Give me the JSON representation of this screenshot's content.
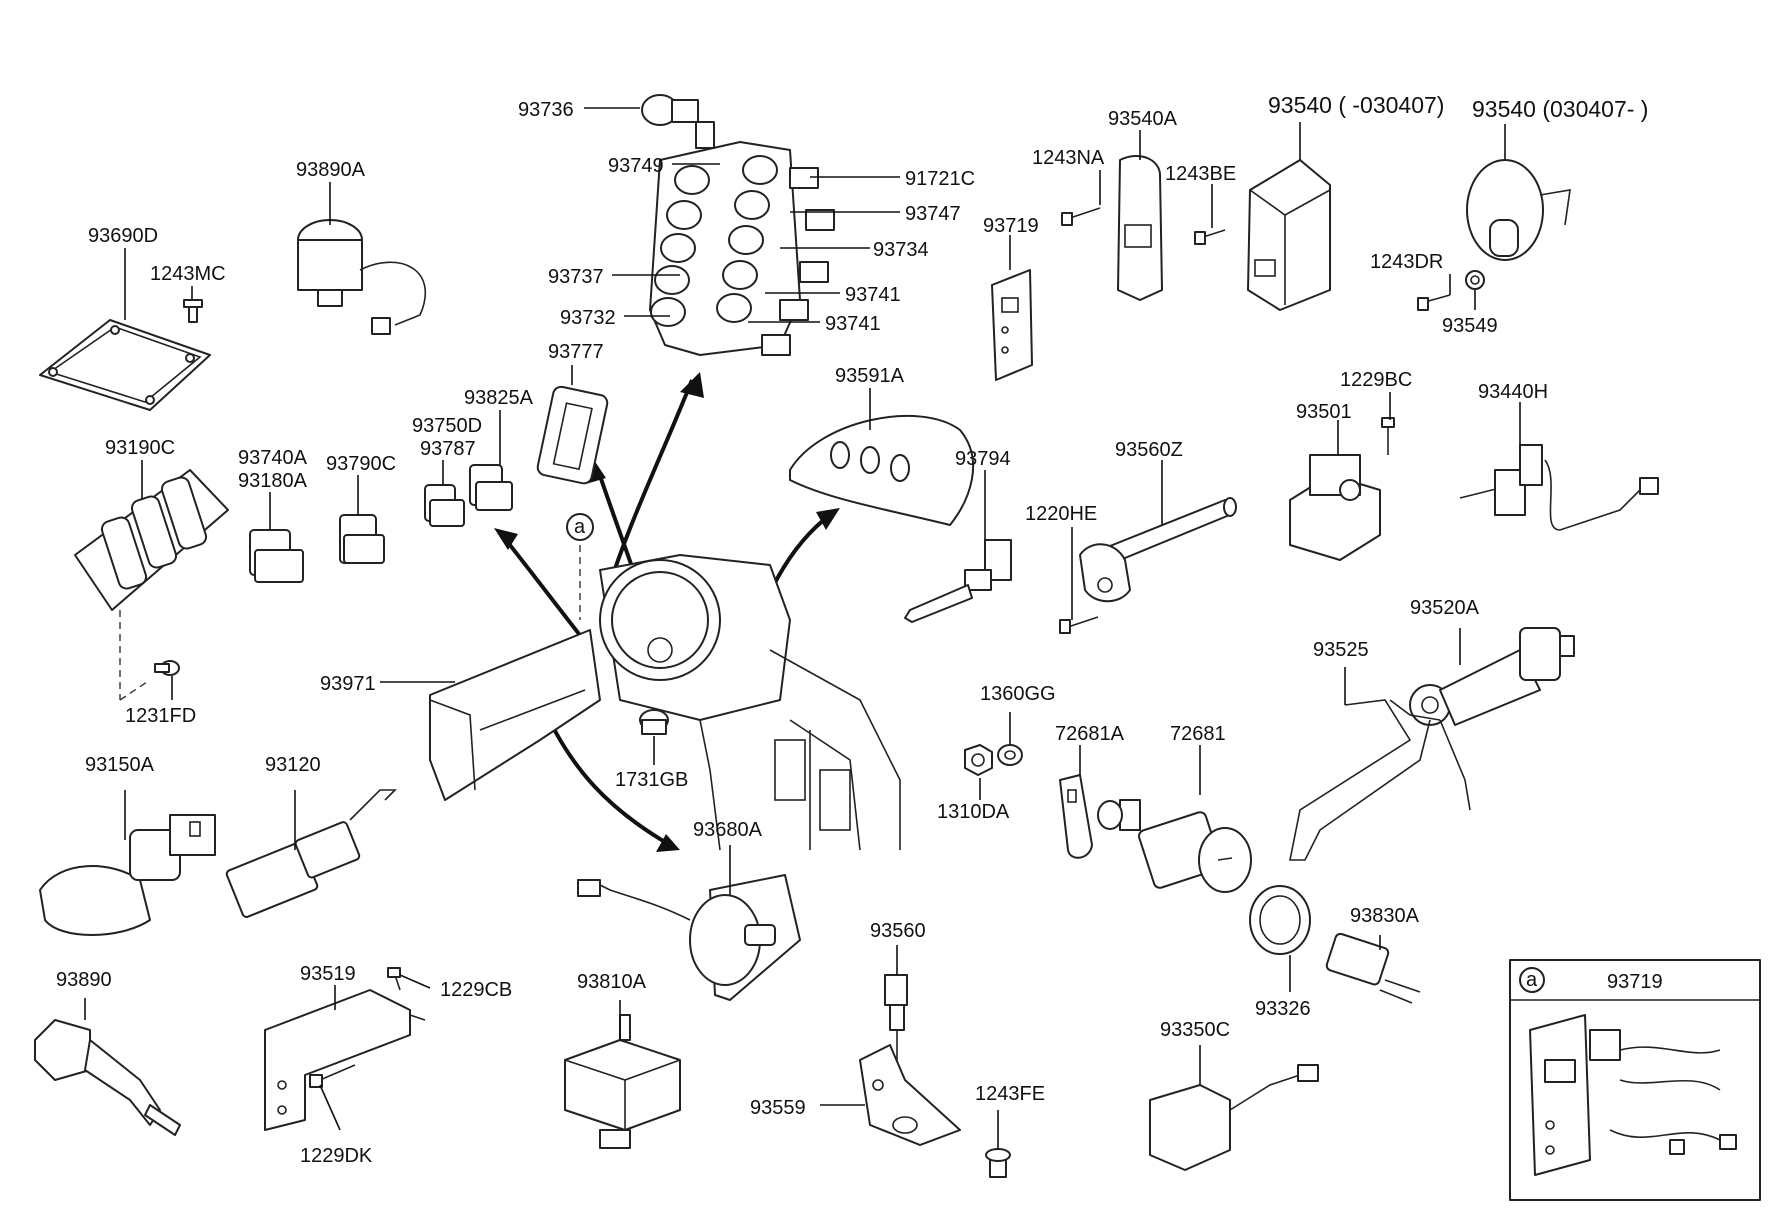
{
  "diagram": {
    "labels": {
      "l_93736": "93736",
      "l_93749": "93749",
      "l_91721c": "91721C",
      "l_93747": "93747",
      "l_93734": "93734",
      "l_93737": "93737",
      "l_93741a": "93741",
      "l_93732": "93732",
      "l_93741b": "93741",
      "l_93890a": "93890A",
      "l_93690d": "93690D",
      "l_1243mc": "1243MC",
      "l_93190c": "93190C",
      "l_93740a": "93740A",
      "l_93180a": "93180A",
      "l_93790c": "93790C",
      "l_93750d": "93750D",
      "l_93787": "93787",
      "l_93825a": "93825A",
      "l_93777": "93777",
      "l_a_marker": "a",
      "l_1231fd": "1231FD",
      "l_93971": "93971",
      "l_1731gb": "1731GB",
      "l_93591a": "93591A",
      "l_93794": "93794",
      "l_93719": "93719",
      "l_1243na": "1243NA",
      "l_93540a": "93540A",
      "l_1243be": "1243BE",
      "l_93540_1": "93540 ( -030407)",
      "l_93540_2": "93540 (030407- )",
      "l_1243dr": "1243DR",
      "l_93549": "93549",
      "l_1229bc": "1229BC",
      "l_93501": "93501",
      "l_93440h": "93440H",
      "l_93560z": "93560Z",
      "l_1220he": "1220HE",
      "l_93520a": "93520A",
      "l_93525": "93525",
      "l_1360gg": "1360GG",
      "l_1310da": "1310DA",
      "l_72681a": "72681A",
      "l_72681": "72681",
      "l_93150a": "93150A",
      "l_93120": "93120",
      "l_93680a": "93680A",
      "l_93326": "93326",
      "l_93830a": "93830A",
      "l_93890": "93890",
      "l_93519": "93519",
      "l_1229cb": "1229CB",
      "l_1229dk": "1229DK",
      "l_93810a": "93810A",
      "l_93560": "93560",
      "l_93559": "93559",
      "l_1243fe": "1243FE",
      "l_93350c": "93350C",
      "inset_marker": "a",
      "inset_part": "93719"
    }
  }
}
